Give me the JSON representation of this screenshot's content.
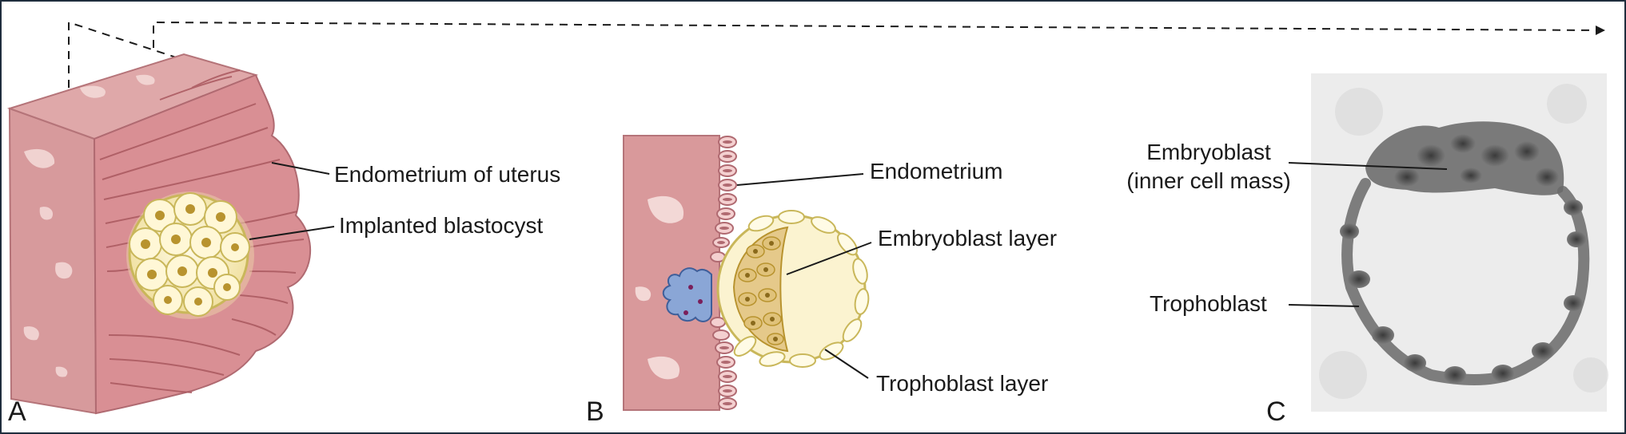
{
  "panels": {
    "a": {
      "letter": "A",
      "labels": {
        "endometrium_of_uterus": "Endometrium of uterus",
        "implanted_blastocyst": "Implanted blastocyst"
      }
    },
    "b": {
      "letter": "B",
      "labels": {
        "endometrium": "Endometrium",
        "embryoblast_layer": "Embryoblast layer",
        "trophoblast_layer": "Trophoblast layer"
      }
    },
    "c": {
      "letter": "C",
      "labels": {
        "embryoblast_line1": "Embryoblast",
        "embryoblast_line2": "(inner cell mass)",
        "trophoblast": "Trophoblast"
      }
    }
  },
  "colors": {
    "tissue_pink": "#d9999b",
    "tissue_dark": "#b86c73",
    "blastocyst_cream": "#f8efc4",
    "blastocyst_outline": "#c9b75a",
    "nucleus_gold": "#b8932e",
    "maternal_blood_blue": "#8aa6d6",
    "micrograph_bg": "#ececec",
    "frame_border": "#1f2d3d"
  }
}
